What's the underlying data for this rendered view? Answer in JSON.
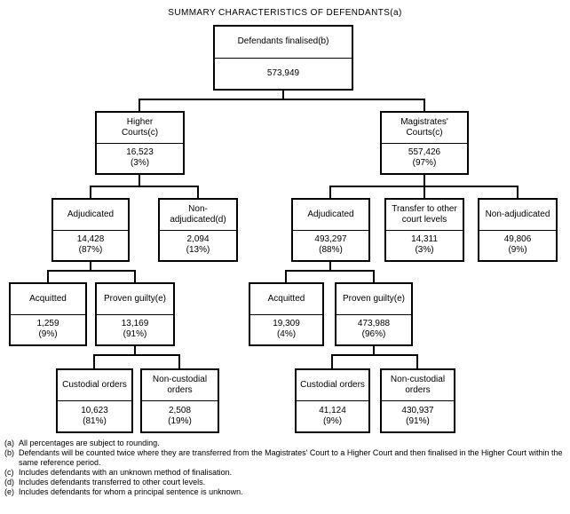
{
  "title": "SUMMARY CHARACTERISTICS OF DEFENDANTS(a)",
  "nodes": {
    "root": {
      "label": "Defendants finalised(b)",
      "value": "573,949"
    },
    "higher_courts": {
      "label": "Higher\nCourts(c)",
      "value": "16,523\n(3%)"
    },
    "magistrates_courts": {
      "label": "Magistrates'\nCourts(c)",
      "value": "557,426\n(97%)"
    },
    "hc_adjudicated": {
      "label": "Adjudicated",
      "value": "14,428\n(87%)"
    },
    "hc_non_adjudicated": {
      "label": "Non-adjudicated(d)",
      "value": "2,094\n(13%)"
    },
    "mc_adjudicated": {
      "label": "Adjudicated",
      "value": "493,297\n(88%)"
    },
    "mc_transfer": {
      "label": "Transfer to other\ncourt levels",
      "value": "14,311\n(3%)"
    },
    "mc_non_adjudicated": {
      "label": "Non-adjudicated",
      "value": "49,806\n(9%)"
    },
    "hc_acquitted": {
      "label": "Acquitted",
      "value": "1,259\n(9%)"
    },
    "hc_proven_guilty": {
      "label": "Proven guilty(e)",
      "value": "13,169\n(91%)"
    },
    "mc_acquitted": {
      "label": "Acquitted",
      "value": "19,309\n(4%)"
    },
    "mc_proven_guilty": {
      "label": "Proven guilty(e)",
      "value": "473,988\n(96%)"
    },
    "hc_custodial": {
      "label": "Custodial orders",
      "value": "10,623\n(81%)"
    },
    "hc_non_custodial": {
      "label": "Non-custodial\norders",
      "value": "2,508\n(19%)"
    },
    "mc_custodial": {
      "label": "Custodial orders",
      "value": "41,124\n(9%)"
    },
    "mc_non_custodial": {
      "label": "Non-custodial\norders",
      "value": "430,937\n(91%)"
    }
  },
  "footnotes": [
    {
      "marker": "(a)",
      "text": "All percentages are subject to rounding."
    },
    {
      "marker": "(b)",
      "text": "Defendants will be counted twice where they are transferred from the Magistrates' Court to a Higher Court and then finalised in the Higher Court within the same reference period."
    },
    {
      "marker": "(c)",
      "text": "Includes defendants with an unknown method of finalisation."
    },
    {
      "marker": "(d)",
      "text": "Includes defendants transferred to other court levels."
    },
    {
      "marker": "(e)",
      "text": "Includes defendants for whom a principal sentence is unknown."
    }
  ],
  "colors": {
    "line": "#000000",
    "background": "#ffffff",
    "text": "#000000"
  }
}
